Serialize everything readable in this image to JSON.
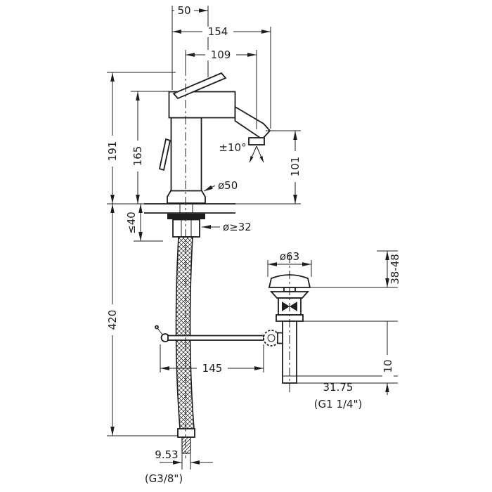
{
  "colors": {
    "ink": "#1d1d1b",
    "background": "#ffffff"
  },
  "drawing": {
    "dimensions": {
      "lever_width": "50",
      "overall_width": "154",
      "spout_reach": "109",
      "total_height": "191",
      "body_height": "165",
      "spout_swivel": "±10°",
      "spout_height": "101",
      "base_diameter": "ø50",
      "max_deck_thickness": "≤40",
      "min_hole_diameter": "ø≥32",
      "drain_flange_diameter": "ø63",
      "drain_mount_range": "38-48",
      "supply_hose_length": "420",
      "pullrod_horizontal": "145",
      "tail_detail": "10",
      "tailpiece_diameter": "31.75",
      "tailpiece_thread": "(G1 1/4\")",
      "supply_connection_diameter": "9.53",
      "supply_thread": "(G3/8\")"
    }
  }
}
